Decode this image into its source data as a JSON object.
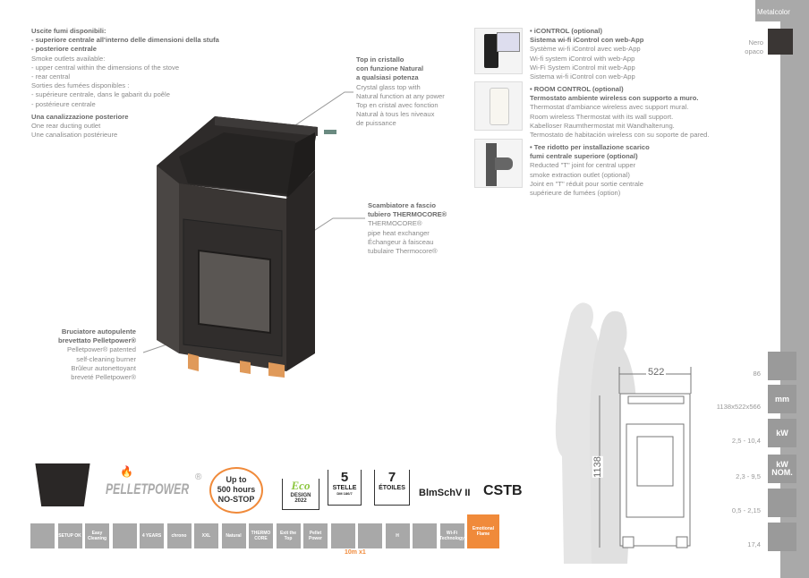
{
  "header": {
    "finish_label": "Metalcolor",
    "color_name_1": "Nero",
    "color_name_2": "opaco",
    "swatch_color": "#3a3634"
  },
  "smoke_outlets": {
    "lines": [
      {
        "t": "Uscite fumi disponibili:",
        "bold": true
      },
      {
        "t": "- superiore centrale all'interno delle dimensioni della stufa",
        "bold": true
      },
      {
        "t": "- posteriore centrale",
        "bold": true
      },
      {
        "t": "Smoke outlets available:",
        "bold": false
      },
      {
        "t": "- upper central within the dimensions of the stove",
        "bold": false
      },
      {
        "t": "- rear central",
        "bold": false
      },
      {
        "t": "Sorties des fumées disponibles :",
        "bold": false
      },
      {
        "t": "- supérieure centrale, dans le gabarit du poêle",
        "bold": false
      },
      {
        "t": "- postérieure centrale",
        "bold": false
      }
    ],
    "duct": [
      "Una canalizzazione posteriore",
      "One rear ducting outlet",
      "Une canalisation postérieure"
    ]
  },
  "callouts": {
    "top": [
      "Top in cristallo",
      "con funzione Natural",
      "a qualsiasi potenza",
      "Crystal glass top with",
      "Natural function at any power",
      "Top en cristal avec fonction",
      "Natural à tous les niveaux",
      "de puissance"
    ],
    "exchanger": [
      "Scambiatore a fascio",
      "tubiero THERMOCORE®",
      "THERMOCORE®",
      "pipe heat exchanger",
      "Échangeur à faisceau",
      "tubulaire Thermocore®"
    ],
    "burner": [
      "Bruciatore autopulente",
      "brevettato Pelletpower®",
      "Pelletpower® patented",
      "self-cleaning burner",
      "Brûleur autonettoyant",
      "breveté Pelletpower®"
    ]
  },
  "accessories": [
    {
      "icon": "smartphone",
      "lines": [
        "• iCONTROL (optional)",
        "Sistema wi-fi iControl con web-App",
        "Système wi-fi iControl avec web-App",
        "Wi-fi system iControl with web-App",
        "Wi-Fi System iControl mit web-App",
        "Sistema wi-fi iControl con web-App"
      ]
    },
    {
      "icon": "thermostat",
      "lines": [
        "• ROOM CONTROL (optional)",
        "Termostato ambiente wireless con supporto a muro.",
        "Thermostat d'ambiance wireless avec support mural.",
        "Room wireless Thermostat with its wall support.",
        "Kabelloser Raumthermostat mit Wandhalterung.",
        "Termostato de habitación wireless con su soporte de pared."
      ]
    },
    {
      "icon": "tee-pipe",
      "lines": [
        "• Tee ridotto per installazione scarico",
        "fumi centrale superiore (optional)",
        "Reducted \"T\" joint for central upper",
        "smoke extraction outlet (optional)",
        "Joint en \"T\" réduit pour sortie centrale",
        "supérieure de fumées (option)"
      ]
    }
  ],
  "dimensions": {
    "width": "522",
    "height": "1138"
  },
  "specs": [
    {
      "icon": "house",
      "label": "",
      "value": "86"
    },
    {
      "icon": "dimensions",
      "label": "mm",
      "value": "1138x522x566"
    },
    {
      "icon": "flame-kw",
      "label": "kW",
      "value": "2,5 - 10,4"
    },
    {
      "icon": "kw-nominal",
      "label": "kW NOM.",
      "value": "2,3 - 9,5"
    },
    {
      "icon": "pellets",
      "label": "",
      "value": "0,5 - 2,15"
    },
    {
      "icon": "hopper",
      "label": "",
      "value": "17,4"
    }
  ],
  "logos": {
    "pelletpower": "PELLETPOWER",
    "reg": "®",
    "nostop": [
      "Up to",
      "500 hours",
      "NO-STOP"
    ],
    "eco": [
      "Eco",
      "DESIGN",
      "2022"
    ],
    "stelle": [
      "5",
      "STELLE",
      "DM 186/7"
    ],
    "etoiles": [
      "7",
      "ÉTOILES"
    ],
    "blm": "BlmSchV II",
    "cstb": "CSTB"
  },
  "features": [
    "",
    "SETUP OK",
    "Easy Cleaning",
    "",
    "4 YEARS",
    "chrono",
    "XXL",
    "Natural",
    "THERMO CORE",
    "Exit the Top",
    "Pellet Power",
    "",
    "",
    "H",
    "",
    "Wi-Fi Technology",
    "Emotional Flame"
  ],
  "features_note": "10m x1",
  "colors": {
    "grey": "#a9a9a9",
    "orange": "#f08a3a",
    "stove": "#3a3634"
  }
}
